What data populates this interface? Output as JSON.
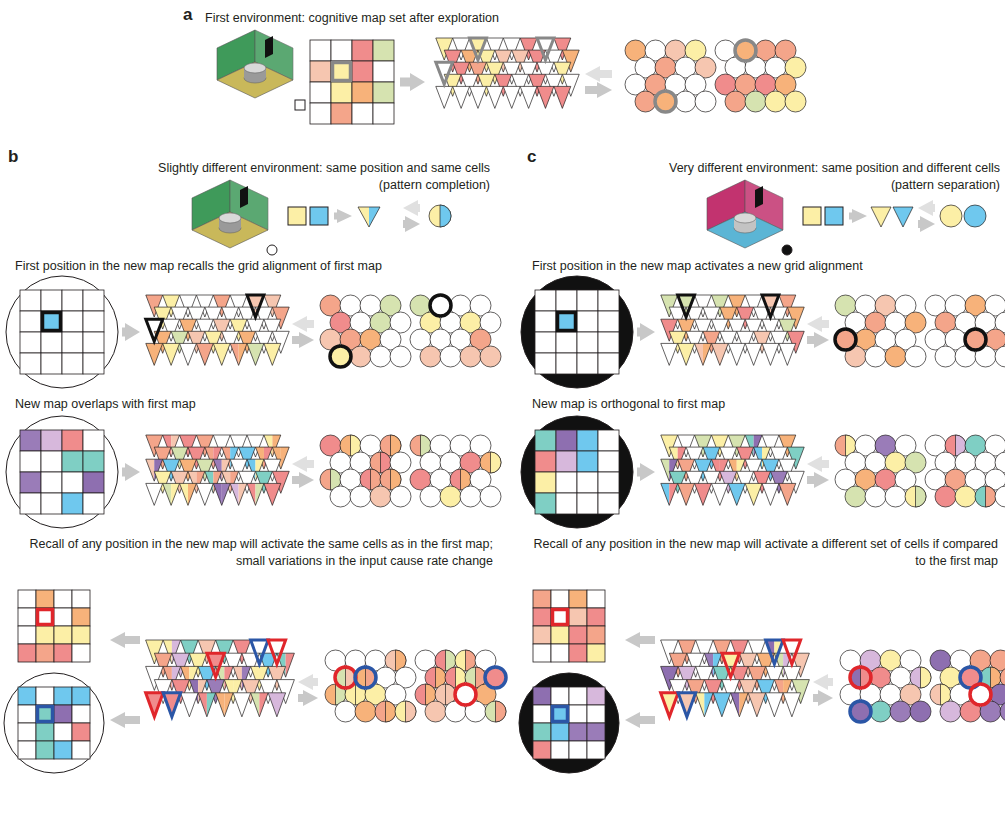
{
  "diagram": {
    "labels": [
      "a",
      "First environment: cognitive map set after exploration",
      "b",
      "Slightly different environment: same position and same cells (pattern completion)",
      "c",
      "Very different environment: same position and different cells (pattern separation)",
      "First position in the new map recalls the grid alignment of first map",
      "New map overlaps with first map",
      "Recall of any position in the new map will activate the same cells as in the first map; small variations in the input cause rate change",
      "First position in the new map activates a new grid alignment",
      "New map is orthogonal to first map",
      "Recall of any position in the new map will activate a different set of cells if compared to the first map"
    ]
  }
}
